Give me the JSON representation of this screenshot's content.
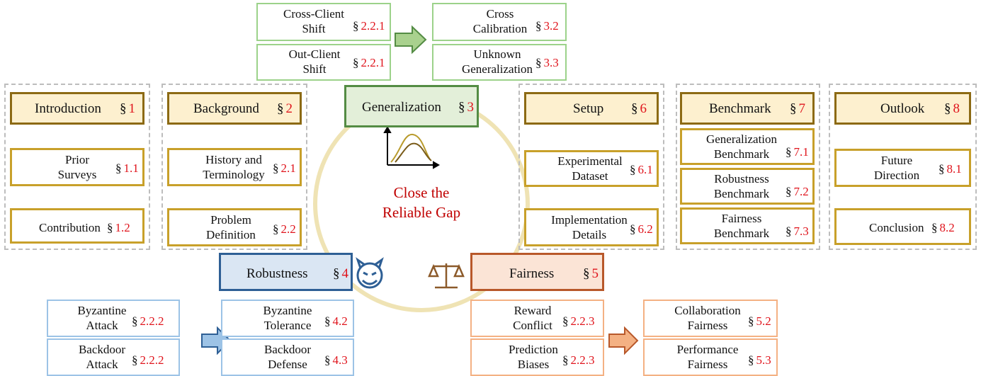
{
  "center": {
    "line1": "Close the",
    "line2": "Reliable Gap"
  },
  "boxes": {
    "intro": {
      "lines": [
        "Introduction"
      ],
      "sym": "§",
      "num": "1"
    },
    "prior": {
      "lines": [
        "Prior",
        "Surveys"
      ],
      "sym": "§",
      "num": "1.1"
    },
    "contrib": {
      "lines": [
        "Contribution"
      ],
      "sym": "§",
      "num": "1.2"
    },
    "background": {
      "lines": [
        "Background"
      ],
      "sym": "§",
      "num": "2"
    },
    "history": {
      "lines": [
        "History and",
        "Terminology"
      ],
      "sym": "§",
      "num": "2.1"
    },
    "problem": {
      "lines": [
        "Problem",
        "Definition"
      ],
      "sym": "§",
      "num": "2.2"
    },
    "gen": {
      "lines": [
        "Generalization"
      ],
      "sym": "§",
      "num": "3"
    },
    "crossclient": {
      "lines": [
        "Cross-Client",
        "Shift"
      ],
      "sym": "§",
      "num": "2.2.1"
    },
    "outclient": {
      "lines": [
        "Out-Client",
        "Shift"
      ],
      "sym": "§",
      "num": "2.2.1"
    },
    "crosscal": {
      "lines": [
        "Cross",
        "Calibration"
      ],
      "sym": "§",
      "num": "3.2"
    },
    "unknown": {
      "lines": [
        "Unknown",
        "Generalization"
      ],
      "sym": "§",
      "num": "3.3"
    },
    "setup": {
      "lines": [
        "Setup"
      ],
      "sym": "§",
      "num": "6"
    },
    "expdata": {
      "lines": [
        "Experimental",
        "Dataset"
      ],
      "sym": "§",
      "num": "6.1"
    },
    "impl": {
      "lines": [
        "Implementation",
        "Details"
      ],
      "sym": "§",
      "num": "6.2"
    },
    "bench": {
      "lines": [
        "Benchmark"
      ],
      "sym": "§",
      "num": "7"
    },
    "genbench": {
      "lines": [
        "Generalization",
        "Benchmark"
      ],
      "sym": "§",
      "num": "7.1"
    },
    "robbench": {
      "lines": [
        "Robustness",
        "Benchmark"
      ],
      "sym": "§",
      "num": "7.2"
    },
    "fairbench": {
      "lines": [
        "Fairness",
        "Benchmark"
      ],
      "sym": "§",
      "num": "7.3"
    },
    "outlook": {
      "lines": [
        "Outlook"
      ],
      "sym": "§",
      "num": "8"
    },
    "future": {
      "lines": [
        "Future",
        "Direction"
      ],
      "sym": "§",
      "num": "8.1"
    },
    "conclusion": {
      "lines": [
        "Conclusion"
      ],
      "sym": "§",
      "num": "8.2"
    },
    "robust": {
      "lines": [
        "Robustness"
      ],
      "sym": "§",
      "num": "4"
    },
    "byzatk": {
      "lines": [
        "Byzantine",
        "Attack"
      ],
      "sym": "§",
      "num": "2.2.2"
    },
    "backatk": {
      "lines": [
        "Backdoor",
        "Attack"
      ],
      "sym": "§",
      "num": "2.2.2"
    },
    "byztol": {
      "lines": [
        "Byzantine",
        "Tolerance"
      ],
      "sym": "§",
      "num": "4.2"
    },
    "backdef": {
      "lines": [
        "Backdoor",
        "Defense"
      ],
      "sym": "§",
      "num": "4.3"
    },
    "fair": {
      "lines": [
        "Fairness"
      ],
      "sym": "§",
      "num": "5"
    },
    "reward": {
      "lines": [
        "Reward",
        "Conflict"
      ],
      "sym": "§",
      "num": "2.2.3"
    },
    "predbias": {
      "lines": [
        "Prediction",
        "Biases"
      ],
      "sym": "§",
      "num": "2.2.3"
    },
    "collab": {
      "lines": [
        "Collaboration",
        "Fairness"
      ],
      "sym": "§",
      "num": "5.2"
    },
    "perf": {
      "lines": [
        "Performance",
        "Fairness"
      ],
      "sym": "§",
      "num": "5.3"
    }
  },
  "colors": {
    "section_number": "#e0141c",
    "center_text": "#c00000"
  }
}
